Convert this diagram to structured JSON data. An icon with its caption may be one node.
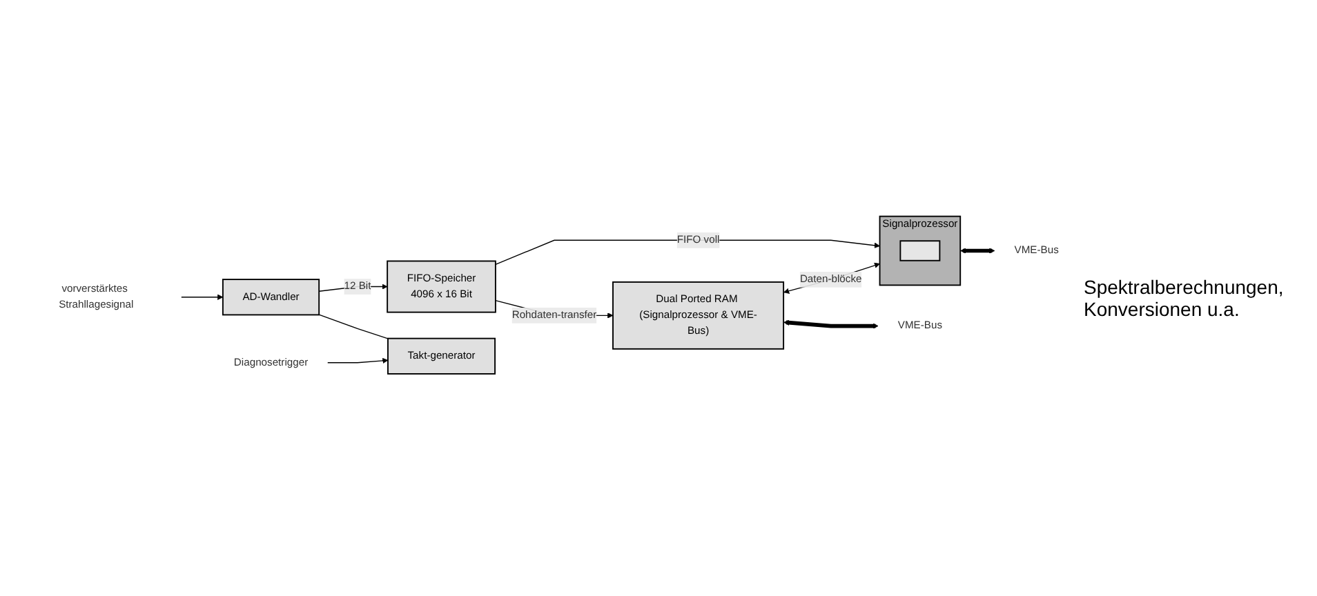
{
  "diagram": {
    "nodes": [
      {
        "text": [
          "AD-Wandler"
        ]
      },
      {
        "text": [
          "FIFO-Speicher",
          "4096 x 16 Bit"
        ]
      },
      {
        "text": [
          "Signalprozessor"
        ]
      },
      {
        "text": [],
        "shape": "box",
        "in": 2
      },
      {
        "text": [
          "Takt-generator"
        ]
      },
      {
        "text": [
          "Dual Ported RAM (Signalprozessor & VME-Bus)"
        ]
      },
      {
        "text": [
          "vorverstärktes Strahllagesignal"
        ]
      },
      {
        "text": [
          "Diagnosetrigger"
        ]
      },
      {
        "text": [
          "VME-Bus"
        ]
      },
      {
        "text": [
          "VME-Bus"
        ]
      }
    ],
    "edges": [
      {
        "from": 6,
        "to": 0,
        "arrow": "to"
      },
      {
        "from": 0,
        "to": 1,
        "arrow": "to",
        "label": "12 Bit"
      },
      {
        "from": 1,
        "to": 2,
        "arrow": "to",
        "label": "FIFO voll"
      },
      {
        "from": 0,
        "to": 4,
        "arrow": "none"
      },
      {
        "from": 7,
        "to": 4,
        "arrow": "to"
      },
      {
        "from": 1,
        "to": 5,
        "arrow": "to",
        "label": "Rohdaten-transfer"
      },
      {
        "from": 5,
        "to": 2,
        "arrow": "both",
        "label": "Daten-blöcke"
      },
      {
        "from": 5,
        "to": 8,
        "arrow": "both",
        "style": "thick"
      },
      {
        "from": 2,
        "to": 9,
        "arrow": "both",
        "style": "thick"
      }
    ],
    "labels": [
      "Spektralberechnungen, Konversionen u.a."
    ]
  }
}
